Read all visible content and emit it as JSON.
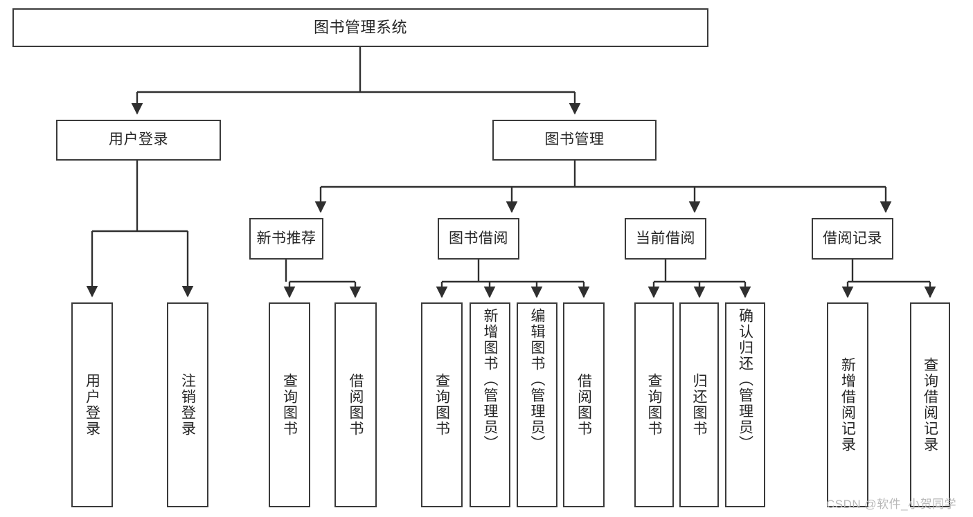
{
  "diagram": {
    "title": "图书管理系统",
    "type": "hierarchy-tree",
    "watermark": "CSDN @软件_小贺同学",
    "colors": {
      "box_border": "#3a3a3a",
      "box_fill": "#ffffff",
      "connector": "#2f2f2f",
      "text": "#262626",
      "watermark": "#b9b9b9"
    },
    "root": {
      "label": "图书管理系统"
    },
    "level2": [
      {
        "label": "用户登录"
      },
      {
        "label": "图书管理"
      }
    ],
    "level3": [
      {
        "label": "新书推荐"
      },
      {
        "label": "图书借阅"
      },
      {
        "label": "当前借阅"
      },
      {
        "label": "借阅记录"
      }
    ],
    "leaves": {
      "user_login": [
        {
          "label": "用户登录"
        },
        {
          "label": "注销登录"
        }
      ],
      "new_book_recommend": [
        {
          "label": "查询图书"
        },
        {
          "label": "借阅图书"
        }
      ],
      "book_borrow": [
        {
          "label": "查询图书"
        },
        {
          "label": "新增图书（管理员）"
        },
        {
          "label": "编辑图书（管理员）"
        },
        {
          "label": "借阅图书"
        }
      ],
      "current_borrow": [
        {
          "label": "查询图书"
        },
        {
          "label": "归还图书"
        },
        {
          "label": "确认归还（管理员）"
        }
      ],
      "borrow_record": [
        {
          "label": "新增借阅记录"
        },
        {
          "label": "查询借阅记录"
        }
      ]
    }
  }
}
